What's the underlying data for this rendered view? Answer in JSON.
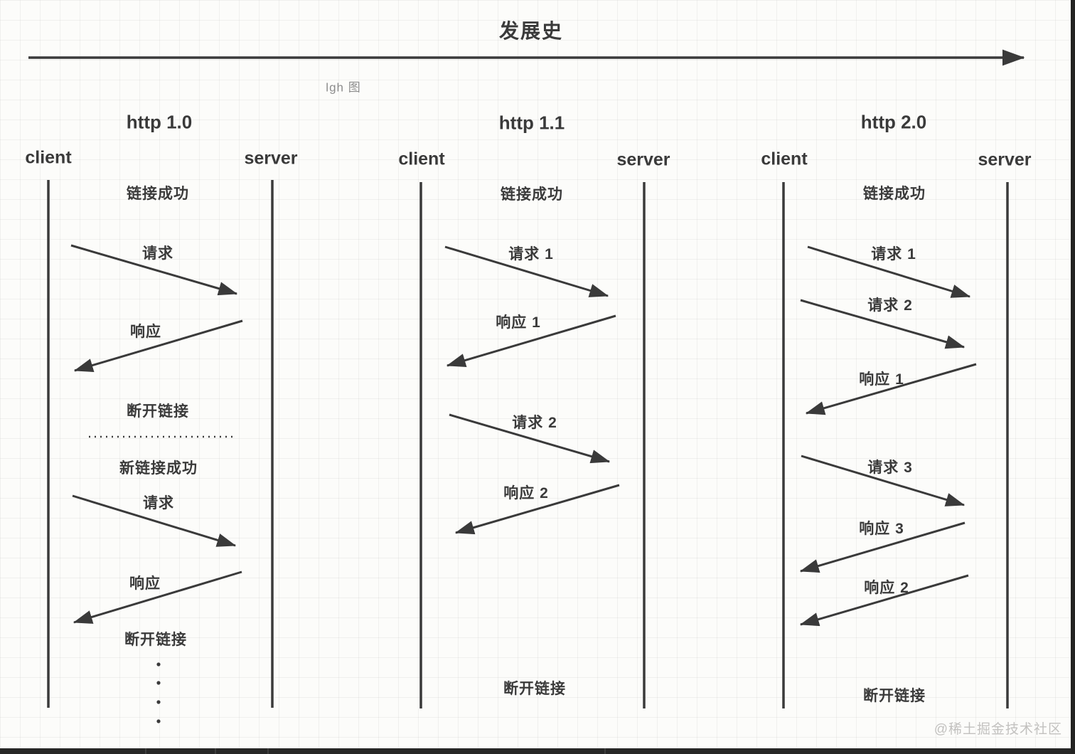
{
  "header": {
    "title": "发展史",
    "caption": "lgh 图"
  },
  "watermark": "@稀土掘金技术社区",
  "colors": {
    "ink": "#3a3a3a",
    "caption": "#8c8c8c",
    "watermark": "#c2c1bf",
    "bottom_bar": "#272726"
  },
  "columns": [
    {
      "title": "http 1.0",
      "client": "client",
      "server": "server",
      "events": [
        {
          "kind": "status",
          "label": "链接成功"
        },
        {
          "kind": "message",
          "direction": "client-to-server",
          "label": "请求"
        },
        {
          "kind": "message",
          "direction": "server-to-client",
          "label": "响应"
        },
        {
          "kind": "status",
          "label": "断开链接"
        },
        {
          "kind": "status",
          "label": "新链接成功"
        },
        {
          "kind": "message",
          "direction": "client-to-server",
          "label": "请求"
        },
        {
          "kind": "message",
          "direction": "server-to-client",
          "label": "响应"
        },
        {
          "kind": "status",
          "label": "断开链接"
        }
      ]
    },
    {
      "title": "http 1.1",
      "client": "client",
      "server": "server",
      "events": [
        {
          "kind": "status",
          "label": "链接成功"
        },
        {
          "kind": "message",
          "direction": "client-to-server",
          "label": "请求 1"
        },
        {
          "kind": "message",
          "direction": "server-to-client",
          "label": "响应 1"
        },
        {
          "kind": "message",
          "direction": "client-to-server",
          "label": "请求 2"
        },
        {
          "kind": "message",
          "direction": "server-to-client",
          "label": "响应 2"
        },
        {
          "kind": "status",
          "label": "断开链接"
        }
      ]
    },
    {
      "title": "http 2.0",
      "client": "client",
      "server": "server",
      "events": [
        {
          "kind": "status",
          "label": "链接成功"
        },
        {
          "kind": "message",
          "direction": "client-to-server",
          "label": "请求 1"
        },
        {
          "kind": "message",
          "direction": "client-to-server",
          "label": "请求 2"
        },
        {
          "kind": "message",
          "direction": "server-to-client",
          "label": "响应 1"
        },
        {
          "kind": "message",
          "direction": "client-to-server",
          "label": "请求 3"
        },
        {
          "kind": "message",
          "direction": "server-to-client",
          "label": "响应 3"
        },
        {
          "kind": "message",
          "direction": "server-to-client",
          "label": "响应 2"
        },
        {
          "kind": "status",
          "label": "断开链接"
        }
      ]
    }
  ]
}
